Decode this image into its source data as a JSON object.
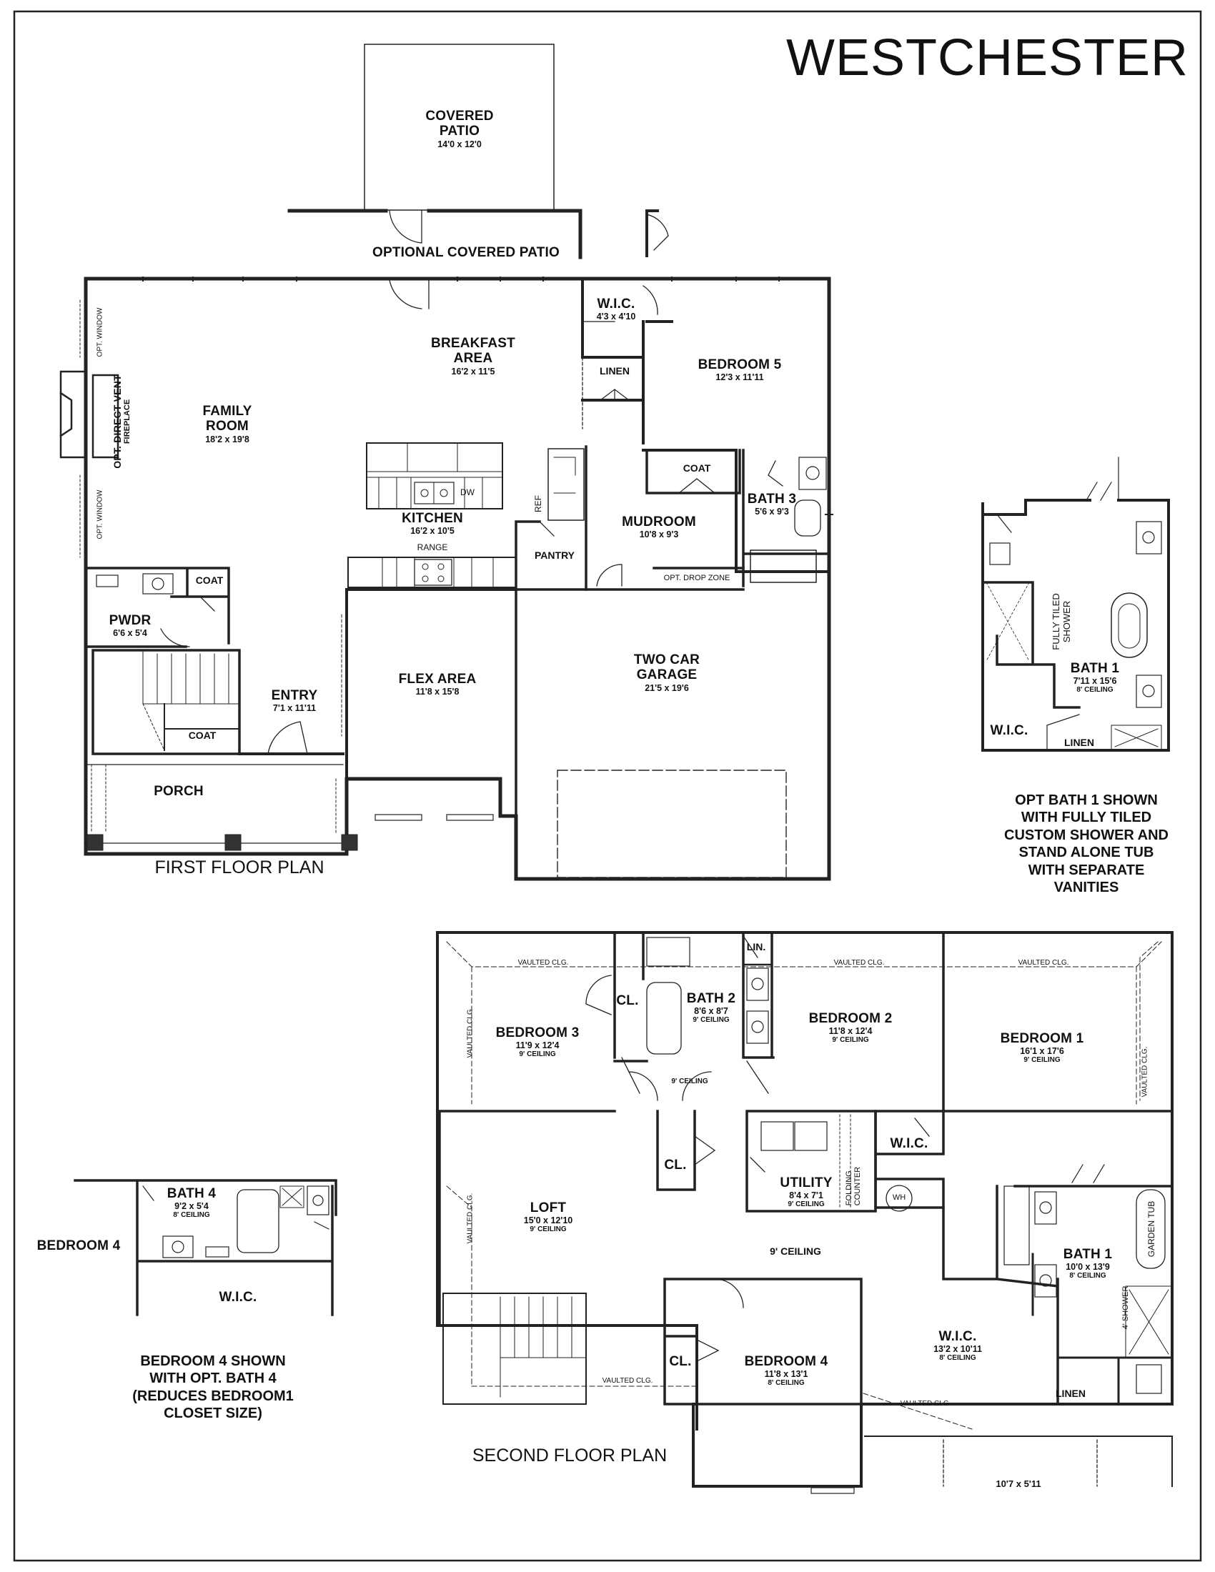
{
  "title": "WESTCHESTER",
  "first_floor": {
    "heading": "FIRST FLOOR PLAN",
    "covered_patio": {
      "name_line1": "COVERED",
      "name_line2": "PATIO",
      "dims": "14'0 x 12'0"
    },
    "optional_covered_patio": "OPTIONAL COVERED PATIO",
    "breakfast_area": {
      "name_line1": "BREAKFAST",
      "name_line2": "AREA",
      "dims": "16'2 x 11'5"
    },
    "family_room": {
      "name_line1": "FAMILY",
      "name_line2": "ROOM",
      "dims": "18'2 x 19'8"
    },
    "fireplace": {
      "line1": "OPT. DIRECT VENT",
      "line2": "FIREPLACE"
    },
    "opt_window_top": "OPT. WINDOW",
    "opt_window_bottom": "OPT. WINDOW",
    "wic": {
      "name": "W.I.C.",
      "dims": "4'3 x 4'10"
    },
    "linen": "LINEN",
    "bedroom5": {
      "name": "BEDROOM 5",
      "dims": "12'3 x 11'11"
    },
    "kitchen": {
      "name": "KITCHEN",
      "dims": "16'2 x 10'5"
    },
    "dw": "DW",
    "range": "RANGE",
    "ref": "REF",
    "pantry": "PANTRY",
    "coat_mudroom": "COAT",
    "mudroom": {
      "name": "MUDROOM",
      "dims": "10'8 x 9'3"
    },
    "opt_drop_zone": "OPT. DROP ZONE",
    "bath3": {
      "name": "BATH 3",
      "dims": "5'6 x 9'3"
    },
    "pwdr": {
      "name": "PWDR",
      "dims": "6'6 x 5'4"
    },
    "coat_pwdr": "COAT",
    "entry": {
      "name": "ENTRY",
      "dims": "7'1 x 11'11"
    },
    "coat_stairs": "COAT",
    "flex_area": {
      "name": "FLEX AREA",
      "dims": "11'8 x 15'8"
    },
    "garage": {
      "name_line1": "TWO CAR",
      "name_line2": "GARAGE",
      "dims": "21'5 x 19'6"
    },
    "porch": "PORCH"
  },
  "opt_bath1": {
    "fully_tiled_shower": {
      "line1": "FULLY TILED",
      "line2": "SHOWER"
    },
    "bath1": {
      "name": "BATH 1",
      "dims": "7'11 x 15'6",
      "ceiling": "8' CEILING"
    },
    "wic": "W.I.C.",
    "linen": "LINEN",
    "note_lines": [
      "OPT BATH 1 SHOWN",
      "WITH FULLY TILED",
      "CUSTOM SHOWER AND",
      "STAND ALONE TUB",
      "WITH SEPARATE",
      "VANITIES"
    ]
  },
  "bath4_option": {
    "bath4": {
      "name": "BATH 4",
      "dims": "9'2 x 5'4",
      "ceiling": "8' CEILING"
    },
    "bedroom4": "BEDROOM 4",
    "wic": "W.I.C.",
    "note_lines": [
      "BEDROOM 4 SHOWN",
      "WITH OPT. BATH 4",
      "(REDUCES BEDROOM1",
      "CLOSET SIZE)"
    ]
  },
  "second_floor": {
    "heading": "SECOND FLOOR PLAN",
    "vaulted_clg_1": "VAULTED CLG.",
    "vaulted_clg_2": "VAULTED CLG.",
    "vaulted_clg_3": "VAULTED CLG.",
    "vaulted_clg_left": "VAULTED CLG.",
    "vaulted_clg_right": "VAULTED CLG.",
    "vaulted_clg_loft": "VAULTED CLG.",
    "vaulted_clg_stair": "VAULTED CLG.",
    "vaulted_clg_wic": "VAULTED CLG.",
    "bedroom3": {
      "name": "BEDROOM 3",
      "dims": "11'9 x 12'4",
      "ceiling": "9' CEILING"
    },
    "cl_bed3": "CL.",
    "bath2": {
      "name": "BATH 2",
      "dims": "8'6 x 8'7",
      "ceiling": "9' CEILING"
    },
    "lin": "LIN.",
    "bedroom2": {
      "name": "BEDROOM 2",
      "dims": "11'8 x 12'4",
      "ceiling": "9' CEILING"
    },
    "bedroom1": {
      "name": "BEDROOM 1",
      "dims": "16'1 x 17'6",
      "ceiling": "9' CEILING"
    },
    "hall_ceiling_1": "9' CEILING",
    "cl_loft": "CL.",
    "utility": {
      "name": "UTILITY",
      "dims": "8'4 x 7'1",
      "ceiling": "9' CEILING"
    },
    "folding_counter": {
      "line1": "FOLDING",
      "line2": "COUNTER"
    },
    "wic_upper": "W.I.C.",
    "wh": "WH",
    "loft": {
      "name": "LOFT",
      "dims": "15'0 x 12'10",
      "ceiling": "9' CEILING"
    },
    "hall_ceiling_2": "9' CEILING",
    "garden_tub": "GARDEN TUB",
    "bath1": {
      "name": "BATH 1",
      "dims": "10'0 x 13'9",
      "ceiling": "8' CEILING"
    },
    "shower": "4' SHOWER",
    "cl_bed4": "CL.",
    "bedroom4": {
      "name": "BEDROOM 4",
      "dims": "11'8 x 13'1",
      "ceiling": "8' CEILING"
    },
    "wic_master": {
      "name": "W.I.C.",
      "dims": "13'2 x 10'11",
      "ceiling": "8' CEILING"
    },
    "linen": "LINEN",
    "balcony_dims": "10'7 x 5'11"
  }
}
